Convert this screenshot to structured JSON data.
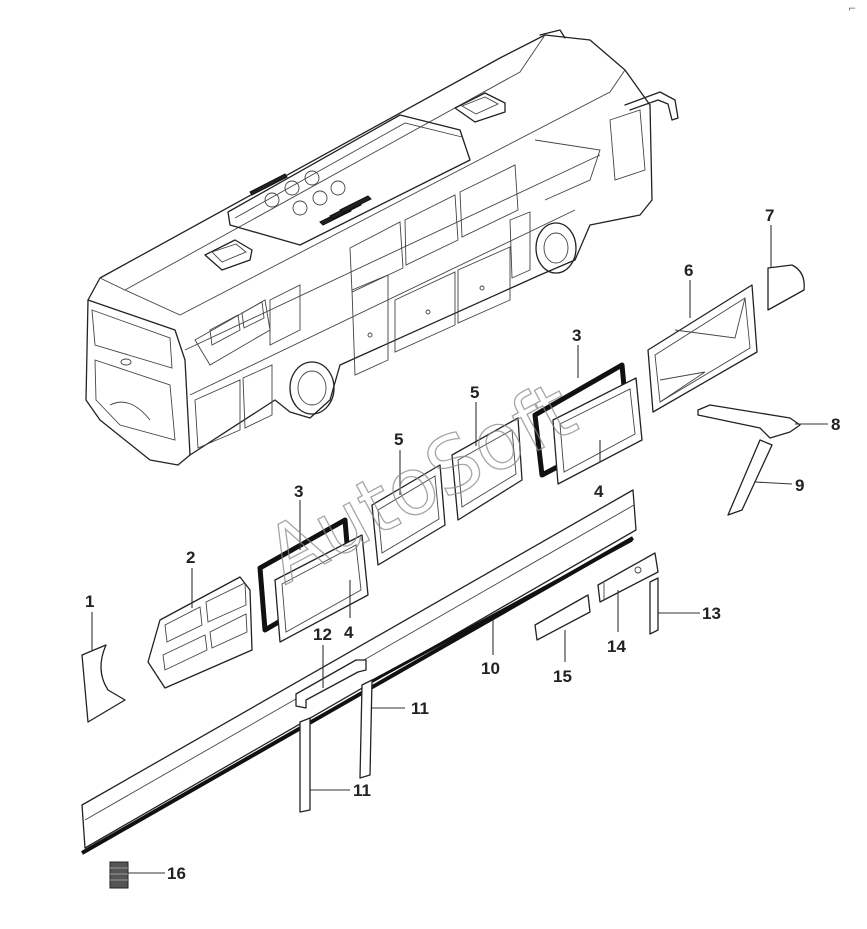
{
  "watermark": "AutoSoft",
  "corner_mark": "⌐",
  "callouts": [
    {
      "id": "c1",
      "label": "1"
    },
    {
      "id": "c2",
      "label": "2"
    },
    {
      "id": "c3a",
      "label": "3"
    },
    {
      "id": "c3b",
      "label": "3"
    },
    {
      "id": "c4a",
      "label": "4"
    },
    {
      "id": "c4b",
      "label": "4"
    },
    {
      "id": "c5a",
      "label": "5"
    },
    {
      "id": "c5b",
      "label": "5"
    },
    {
      "id": "c6",
      "label": "6"
    },
    {
      "id": "c7",
      "label": "7"
    },
    {
      "id": "c8",
      "label": "8"
    },
    {
      "id": "c9",
      "label": "9"
    },
    {
      "id": "c10",
      "label": "10"
    },
    {
      "id": "c11a",
      "label": "11"
    },
    {
      "id": "c11b",
      "label": "11"
    },
    {
      "id": "c12",
      "label": "12"
    },
    {
      "id": "c13",
      "label": "13"
    },
    {
      "id": "c14",
      "label": "14"
    },
    {
      "id": "c15",
      "label": "15"
    },
    {
      "id": "c16",
      "label": "16"
    }
  ]
}
